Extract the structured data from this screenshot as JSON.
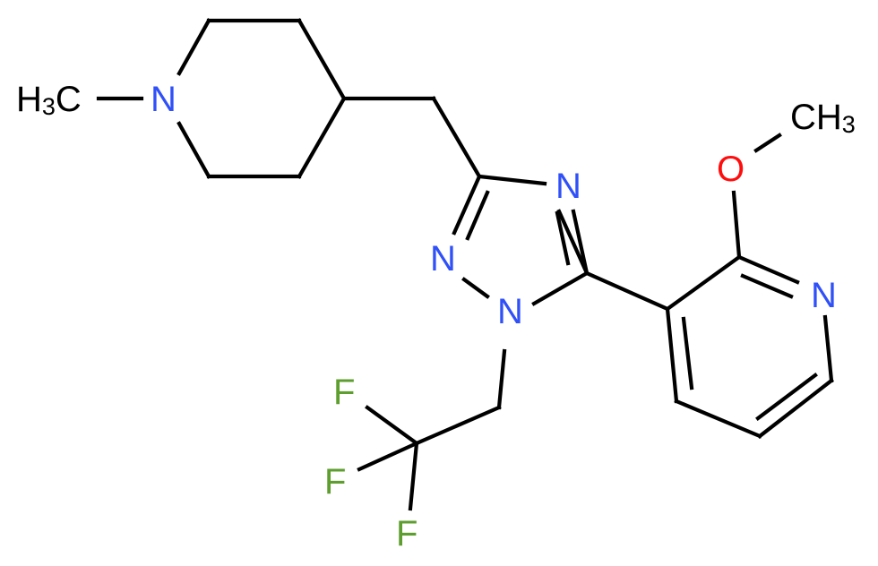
{
  "diagram": {
    "type": "chemical-structure",
    "title": "",
    "colors": {
      "bond": "#000000",
      "carbon_label": "#000000",
      "nitrogen": "#3050F8",
      "oxygen": "#FF0D0D",
      "fluorine": "#5D9E2F"
    },
    "atoms": {
      "methyl_left": {
        "main": "H",
        "sub": "3",
        "tail": "C"
      },
      "n_piperidine": "N",
      "n_triazole_4": "N",
      "n_triazole_2": "N",
      "n_triazole_1": "N",
      "n_pyridine": "N",
      "o_methoxy": "O",
      "methyl_right": {
        "main": "CH",
        "sub": "3"
      },
      "f1": "F",
      "f2": "F",
      "f3": "F"
    }
  }
}
